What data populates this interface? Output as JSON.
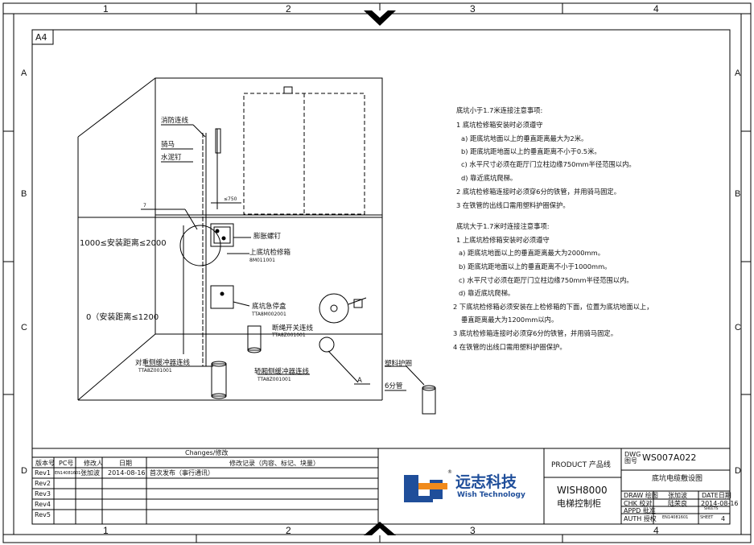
{
  "sheet": {
    "size": "A4",
    "columns": [
      "1",
      "2",
      "3",
      "4"
    ],
    "rows": [
      "A",
      "B",
      "C",
      "D"
    ]
  },
  "drawing": {
    "labels": {
      "fire_conduit": "消防连线",
      "saddle_clamp": "骑马",
      "cement_nail": "水泥钉",
      "dist_750": "≤750",
      "seven": "7",
      "height_1": "1000≤安装距离≤2000",
      "height_2": "0（安装距离≤1200",
      "expansion_bolt": "膨胀螺钉",
      "pit_box": "上底坑检修箱",
      "pit_box_code": "8M011001",
      "emergency_stop": "底坑急停盒",
      "emergency_code": "TTA8M002001",
      "rope_switch": "断绳开关连线",
      "rope_switch_code": "TTA8Z001001",
      "cwt_buffer": "对重侧缓冲器连线",
      "cwt_buffer_code": "TTA8Z001001",
      "car_buffer": "轿厢侧缓冲器连线",
      "car_buffer_code": "TTA8Z001001",
      "section_a": "A",
      "plastic_ring": "塑料护圈",
      "pipe_6": "6分管"
    }
  },
  "notes": {
    "section1_title": "底坑小于1.7米连接注意事项:",
    "section1": [
      "1 底坑检修箱安装时必须遵守",
      "a) 距底坑地面以上的垂直距离最大为2米。",
      "b) 距底坑距地面以上的垂直距离不小于0.5米。",
      "c) 水平尺寸必须在距厅门立柱边缘750mm半径范围以内。",
      "d) 靠近底坑爬梯。",
      "2 底坑检修箱连接时必须穿6分的铁管，并用骑马固定。",
      "3 在铁管的出线口需用塑料护圈保护。"
    ],
    "section2_title": "底坑大于1.7米时连接注意事项:",
    "section2": [
      "1 上底坑检修箱安装时必须遵守",
      "a) 距底坑地面以上的垂直距离最大为2000mm。",
      "b) 距底坑距地面以上的垂直距离不小于1000mm。",
      "c) 水平尺寸必须在距厅门立柱边缘750mm半径范围以内。",
      "d) 靠近底坑爬梯。",
      "2 下底坑检修箱必须安装在上检修箱的下面，位置为底坑地面以上，",
      "垂直距离最大为1200mm以内。",
      "3 底坑检修箱连接时必须穿6分的铁管，并用骑马固定。",
      "4 在铁管的出线口需用塑料护圈保护。"
    ]
  },
  "revisions": {
    "title": "Changes/修改",
    "headers": [
      "版本号",
      "PC号",
      "修改人",
      "日期",
      "修改记录（内容、标记、块量）"
    ],
    "rows": [
      {
        "rev": "Rev1",
        "pc": "EN14081601",
        "by": "张加波",
        "date": "2014-08-16",
        "desc": "首次发布（事行通讯）"
      },
      {
        "rev": "Rev2",
        "pc": "",
        "by": "",
        "date": "",
        "desc": ""
      },
      {
        "rev": "Rev3",
        "pc": "",
        "by": "",
        "date": "",
        "desc": ""
      },
      {
        "rev": "Rev4",
        "pc": "",
        "by": "",
        "date": "",
        "desc": ""
      },
      {
        "rev": "Rev5",
        "pc": "",
        "by": "",
        "date": "",
        "desc": ""
      }
    ]
  },
  "company": {
    "name_cn": "远志科技",
    "name_en": "Wish Technology",
    "reg": "®",
    "brand_color": "#1f4e9a",
    "accent_color": "#f08a1c"
  },
  "title_block": {
    "product_label": "PRODUCT 产品线",
    "product": "WISH8000",
    "product_cn": "电梯控制柜",
    "dwg_label": "DWG",
    "dwg_label2": "图号",
    "dwg_no": "WS007A022",
    "title": "底坑电缆敷设图",
    "draw_label": "DRAW 绘图",
    "draw_by": "张加波",
    "chk_label": "CHK 校对",
    "chk_by": "陆荣良",
    "appd_label": "APPD 批准",
    "authd_label": "AUTH 授权",
    "authd_val": "EN14081601",
    "date_label": "DATE日期",
    "date": "2014-08-16",
    "sheets_label": "SHEETS",
    "sheet_label": "SHEET",
    "sheet_val": "4"
  }
}
